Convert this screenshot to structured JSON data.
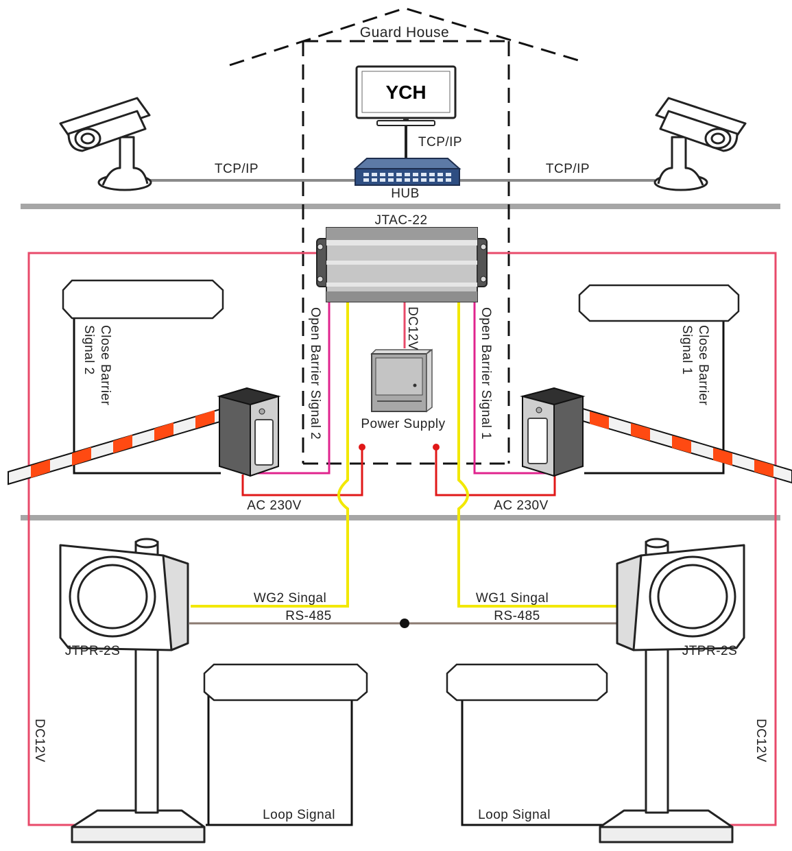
{
  "labels": {
    "guard_house": "Guard House",
    "monitor_text": "YCH",
    "tcp_ip_left": "TCP/IP",
    "tcp_ip_center": "TCP/IP",
    "tcp_ip_right": "TCP/IP",
    "hub": "HUB",
    "controller": "JTAC-22",
    "dc12v_top": "DC12V",
    "open_barrier_2": "Open Barrier Signal 2",
    "open_barrier_1": "Open Barrier Signal 1",
    "close_barrier_2_line1": "Close Barrier",
    "close_barrier_2_line2": "Signal 2",
    "close_barrier_1_line1": "Close Barrier",
    "close_barrier_1_line2": "Signal 1",
    "power_supply": "Power Supply",
    "ac_left": "AC 230V",
    "ac_right": "AC 230V",
    "wg2": "WG2 Singal",
    "wg1": "WG1 Singal",
    "rs485_left": "RS-485",
    "rs485_right": "RS-485",
    "reader_left": "JTPR-2S",
    "reader_right": "JTPR-2S",
    "dc12v_left": "DC12V",
    "dc12v_right": "DC12V",
    "loop_left": "Loop Signal",
    "loop_right": "Loop Signal"
  },
  "colors": {
    "dc_power": "#e84a6a",
    "barrier_signal": "#e0248e",
    "ac_power": "#e01818",
    "wiegand": "#f2e800",
    "rs485": "#8a7a70",
    "network": "#888888",
    "boom_stripe": "#ff4a12"
  }
}
